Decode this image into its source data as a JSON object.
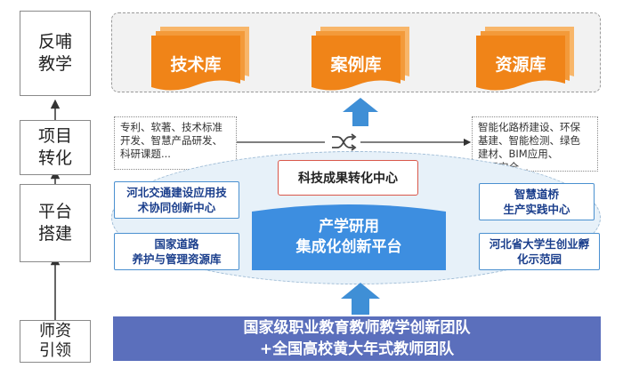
{
  "left_column": {
    "feedback": "反哺\n教学",
    "project": "项目\n转化",
    "platform": "平台\n搭建",
    "teachers": "师资\n引领"
  },
  "repositories": [
    "技术库",
    "案例库",
    "资源库"
  ],
  "left_note": "专利、软著、技术标准\n开发、智慧产品研发、\n科研课题...",
  "right_note": "智能化路桥建设、环保\n基建、智能检测、绿色\n建材、BIM应用、\n交通安全...",
  "center": {
    "transfer_center": "科技成果转化中心",
    "platform_line1": "产学研用",
    "platform_line2": "集成化创新平台"
  },
  "side_boxes": {
    "left_top": "河北交通建设应用技\n术协同创新中心",
    "left_bottom": "国家道路\n养护与管理资源库",
    "right_top": "智慧道桥\n生产实践中心",
    "right_bottom": "河北省大学生创业孵\n化示范园"
  },
  "bottom_bar": {
    "line1": "国家级职业教育教师教学创新团队",
    "line2": "+全国高校黄大年式教师团队"
  },
  "icons": [
    "shuffle-icon",
    "up-arrow-icon",
    "document-stack-icon"
  ],
  "colors": {
    "doc_orange": "#f28b1e",
    "doc_orange_dark": "#e06f0a",
    "arrow_blue": "#3f8fd6",
    "platform_blue": "#3d8ee0",
    "bar_purple": "#5b6fbc",
    "box_border_blue": "#4a90d0",
    "box_border_red": "#d9574a"
  }
}
